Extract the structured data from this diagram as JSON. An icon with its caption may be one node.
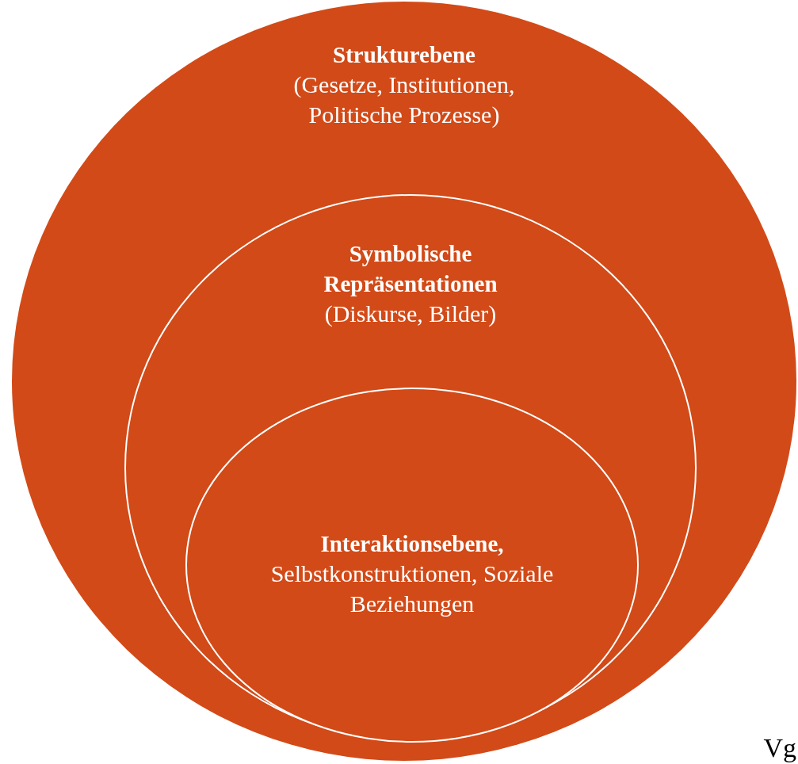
{
  "diagram": {
    "nodes": [
      {
        "text": [
          "Strukturebene",
          "(Gesetze, Institutionen, Politische Prozesse)"
        ]
      },
      {
        "text": [
          "Symbolische Repräsentationen",
          "(Diskurse, Bilder)"
        ],
        "in": 0
      },
      {
        "text": [
          "Interaktionsebene,",
          "Selbstkonstruktionen, Soziale Beziehungen"
        ],
        "in": 1
      }
    ],
    "labels": [
      "Vg"
    ]
  }
}
